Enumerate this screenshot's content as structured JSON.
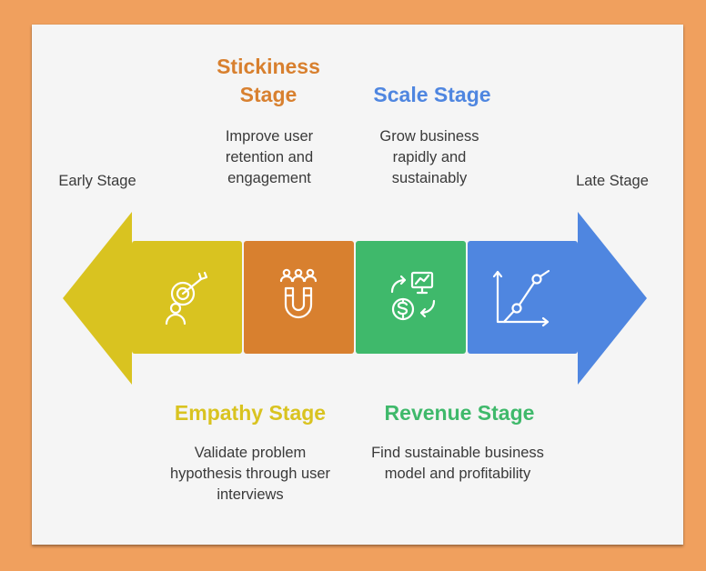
{
  "ends": {
    "early": "Early Stage",
    "late": "Late Stage"
  },
  "stages": [
    {
      "title": "Empathy Stage",
      "description": "Validate problem hypothesis through user interviews",
      "icon": "target-person-icon",
      "color": "#D9C320"
    },
    {
      "title": "Stickiness Stage",
      "description": "Improve user retention and engagement",
      "icon": "magnet-users-icon",
      "color": "#D8802F"
    },
    {
      "title": "Revenue Stage",
      "description": "Find sustainable business model and profitability",
      "icon": "money-exchange-icon",
      "color": "#3FB96B"
    },
    {
      "title": "Scale Stage",
      "description": "Grow business rapidly and sustainably",
      "icon": "growth-chart-icon",
      "color": "#4F86E0"
    }
  ],
  "colors": {
    "background": "#F0A05E",
    "card": "#F5F5F5",
    "empathy": "#D9C320",
    "stickiness": "#D8802F",
    "revenue": "#3FB96B",
    "scale": "#4F86E0"
  }
}
